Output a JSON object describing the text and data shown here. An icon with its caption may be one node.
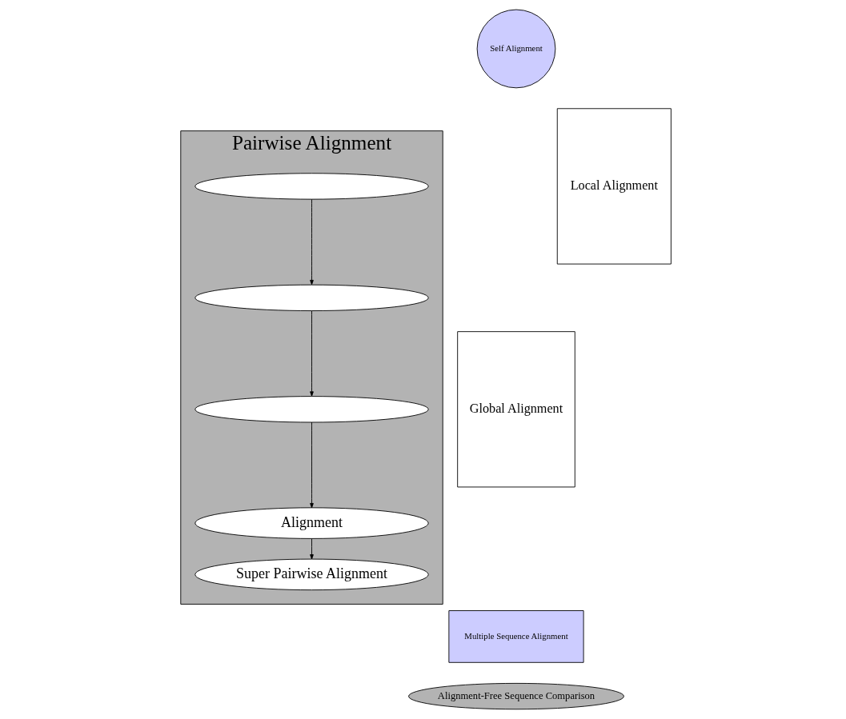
{
  "diagram": {
    "nodes": [
      {
        "text": [
          "Self Alignment"
        ]
      },
      {
        "text": [
          "Pairwise Alignment"
        ]
      },
      {
        "text": [],
        "shape": "ellipse",
        "in": 1
      },
      {
        "text": [],
        "shape": "ellipse",
        "in": 1
      },
      {
        "text": [],
        "shape": "ellipse",
        "in": 1
      },
      {
        "text": [
          "Alignment"
        ],
        "in": 1
      },
      {
        "text": [
          "Super Pairwise Alignment"
        ],
        "in": 1
      },
      {
        "text": [
          "Global Alignment"
        ]
      },
      {
        "text": [
          "Local Alignment"
        ]
      },
      {
        "text": [
          "Multiple Sequence Alignment"
        ]
      },
      {
        "text": [
          "Alignment-Free Sequence Comparison"
        ]
      }
    ],
    "edges": [
      {
        "from": 2,
        "to": 3,
        "arrow": "to"
      },
      {
        "from": 3,
        "to": 4,
        "arrow": "to"
      },
      {
        "from": 4,
        "to": 5,
        "arrow": "to"
      },
      {
        "from": 5,
        "to": 6,
        "arrow": "to"
      }
    ]
  }
}
